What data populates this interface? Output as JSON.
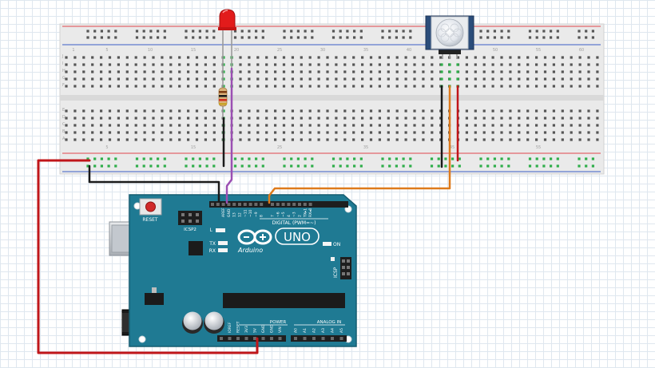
{
  "board": {
    "brand": "Arduino",
    "model": "UNO",
    "reset_label": "RESET",
    "icsp2_label": "ICSP2",
    "icsp_label": "ICSP",
    "on_label": "ON",
    "led_l_label": "L",
    "led_tx_label": "TX",
    "led_rx_label": "RX",
    "digital_label": "DIGITAL (PWM=~)",
    "power_label": "POWER",
    "analog_label": "ANALOG IN",
    "digital_pins": [
      "AREF",
      "GND",
      "13",
      "12",
      "~11",
      "~10",
      "~9",
      "8",
      "7",
      "~6",
      "~5",
      "4",
      "~3",
      "2",
      "TX▸1",
      "RX◂0"
    ],
    "power_pins": [
      "IOREF",
      "RESET",
      "3V3",
      "5V",
      "GND",
      "GND",
      "VIN"
    ],
    "analog_pins": [
      "A0",
      "A1",
      "A2",
      "A3",
      "A4",
      "A5"
    ]
  },
  "breadboard": {
    "row_letters_top": [
      "J",
      "I",
      "H",
      "G",
      "F"
    ],
    "row_letters_bottom": [
      "E",
      "D",
      "C",
      "B",
      "A"
    ],
    "column_numbers": [
      "1",
      "5",
      "10",
      "15",
      "20",
      "25",
      "30",
      "35",
      "40",
      "45",
      "50",
      "55",
      "60"
    ]
  },
  "colors": {
    "wire_red": "#c0161a",
    "wire_black": "#1a1a1a",
    "wire_purple": "#9b4fb3",
    "wire_orange": "#de7a1b",
    "board_teal": "#1f7a93",
    "highlight_green": "#2fae4a",
    "led_red": "#e21b1b"
  }
}
